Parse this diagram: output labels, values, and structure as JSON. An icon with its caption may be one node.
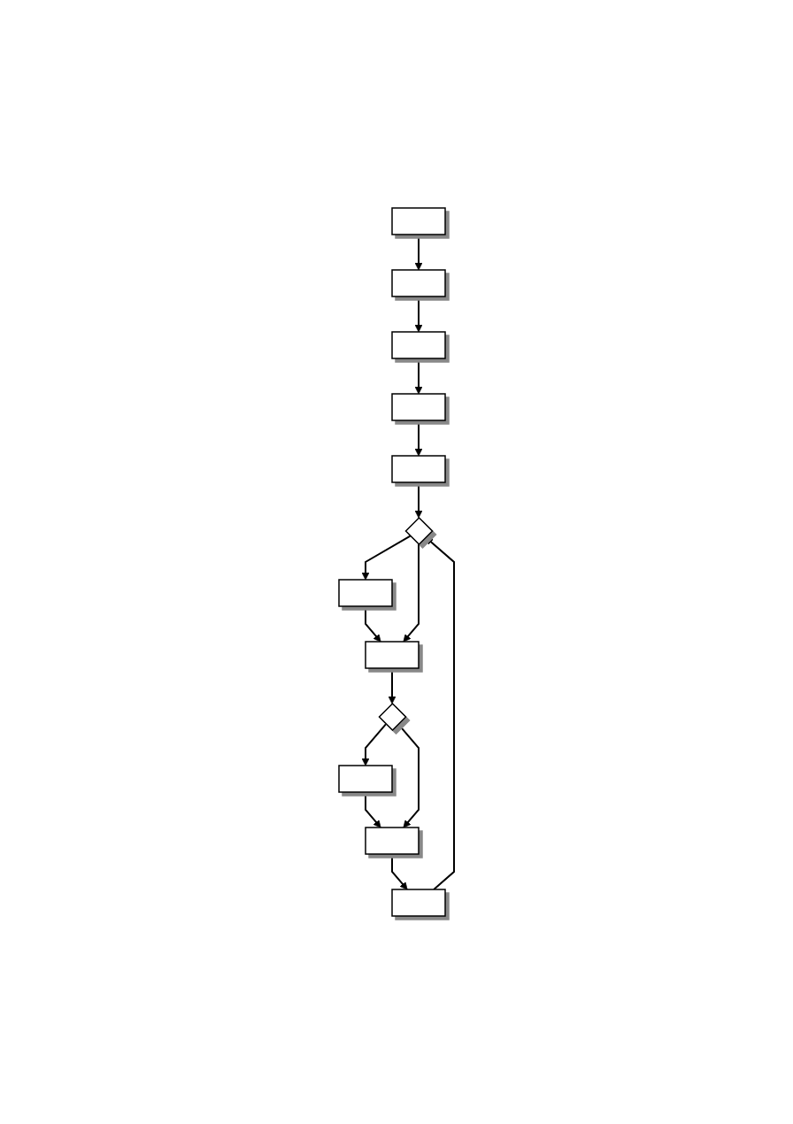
{
  "diagram": {
    "nodes": [
      {
        "text": [],
        "shape": "box"
      },
      {
        "text": [],
        "shape": "box"
      },
      {
        "text": [],
        "shape": "box"
      },
      {
        "text": [],
        "shape": "box"
      },
      {
        "text": [],
        "shape": "box"
      },
      {
        "text": [],
        "shape": "diamond"
      },
      {
        "text": [],
        "shape": "box"
      },
      {
        "text": [],
        "shape": "box"
      },
      {
        "text": [],
        "shape": "diamond"
      },
      {
        "text": [],
        "shape": "box"
      },
      {
        "text": [],
        "shape": "box"
      },
      {
        "text": [],
        "shape": "box"
      }
    ],
    "edges": [
      {
        "from": 0,
        "to": 1,
        "arrow": "to"
      },
      {
        "from": 1,
        "to": 2,
        "arrow": "to"
      },
      {
        "from": 2,
        "to": 3,
        "arrow": "to"
      },
      {
        "from": 3,
        "to": 4,
        "arrow": "to"
      },
      {
        "from": 4,
        "to": 5,
        "arrow": "to"
      },
      {
        "from": 5,
        "to": 6,
        "arrow": "to"
      },
      {
        "from": 6,
        "to": 7,
        "arrow": "to"
      },
      {
        "from": 5,
        "to": 7,
        "arrow": "to"
      },
      {
        "from": 7,
        "to": 8,
        "arrow": "to"
      },
      {
        "from": 8,
        "to": 9,
        "arrow": "to"
      },
      {
        "from": 9,
        "to": 10,
        "arrow": "to"
      },
      {
        "from": 8,
        "to": 10,
        "arrow": "to"
      },
      {
        "from": 10,
        "to": 11,
        "arrow": "to"
      },
      {
        "from": 11,
        "to": 5,
        "arrow": "to"
      }
    ]
  }
}
